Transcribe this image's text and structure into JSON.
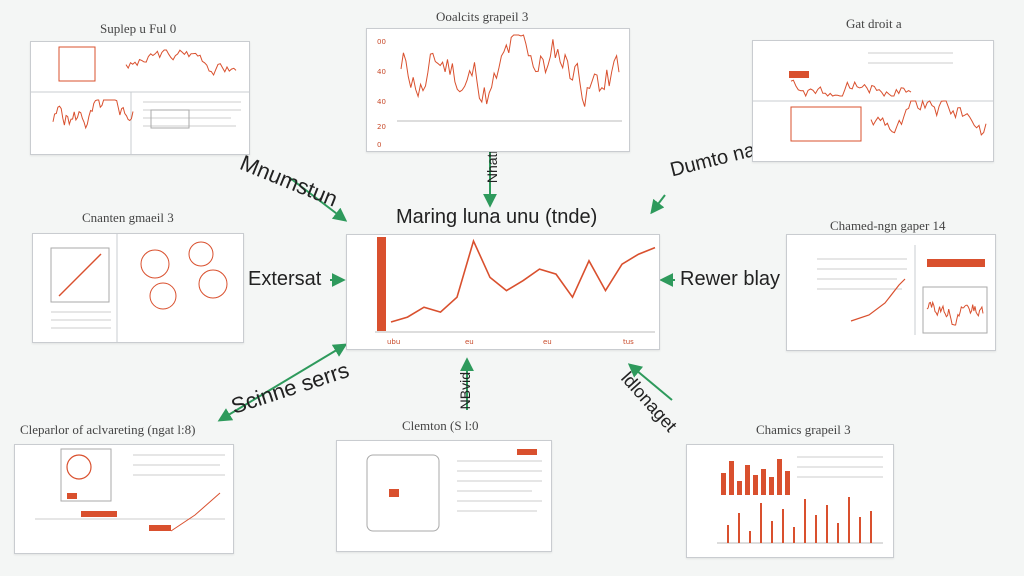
{
  "center": {
    "title": "Maring luna unu (tnde)",
    "ticks": [
      "ubu",
      "eu",
      "eu",
      "tus"
    ],
    "series": [
      3,
      6,
      12,
      9,
      18,
      52,
      30,
      22,
      28,
      35,
      32,
      18,
      40,
      22,
      38,
      44,
      48
    ]
  },
  "panels": [
    {
      "id": "top-left",
      "title": "Suplep u Ful 0"
    },
    {
      "id": "top-center",
      "title": "Ooalcits grapeil 3",
      "yticks": [
        "00",
        "40",
        "40",
        "20",
        "0"
      ]
    },
    {
      "id": "top-right",
      "title": "Gat droit a"
    },
    {
      "id": "mid-left",
      "title": "Cnanten gmaeil 3"
    },
    {
      "id": "mid-right",
      "title": "Chamed-ngn gaper 14"
    },
    {
      "id": "bottom-left",
      "title": "Cleparlor of aclvareting (ngat l:8)"
    },
    {
      "id": "bottom-center",
      "title": "Clemton (S l:0"
    },
    {
      "id": "bottom-right",
      "title": "Chamics grapeil 3"
    }
  ],
  "arrows": {
    "top_left": "Mnumstun",
    "top_center": "Nhatnq",
    "top_right": "Dumto nae",
    "mid_left": "Extersat",
    "mid_right": "Rewer blay",
    "bottom_left": "Scinne serrs",
    "bottom_center": "NBvid",
    "bottom_right": "ldlonaget"
  },
  "colors": {
    "accent": "#d9502e",
    "arrow": "#2e9a5c",
    "border": "#c9ccd0"
  }
}
